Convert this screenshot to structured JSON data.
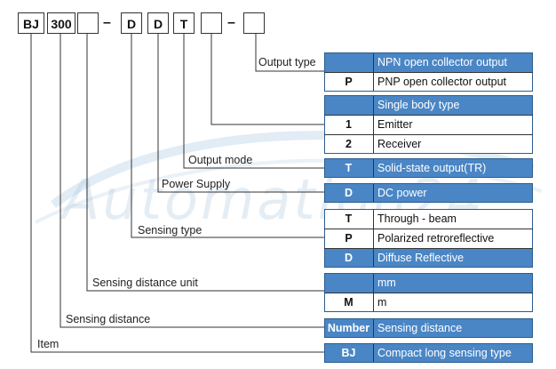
{
  "code": {
    "parts": [
      "BJ",
      "300",
      "",
      "D",
      "D",
      "T",
      ""
    ],
    "dash": "–"
  },
  "watermark": "Automation24",
  "labels": {
    "output_type": "Output type",
    "output_mode": "Output mode",
    "power_supply": "Power Supply",
    "sensing_type": "Sensing type",
    "sensing_distance_unit": "Sensing distance unit",
    "sensing_distance": "Sensing distance",
    "item": "Item"
  },
  "tables": {
    "output_type": [
      {
        "code": "",
        "desc": "NPN open collector output"
      },
      {
        "code": "P",
        "desc": "PNP open collector output"
      }
    ],
    "body": [
      {
        "code": "",
        "desc": "Single body type"
      },
      {
        "code": "1",
        "desc": "Emitter"
      },
      {
        "code": "2",
        "desc": "Receiver"
      }
    ],
    "output_mode": [
      {
        "code": "T",
        "desc": "Solid-state output(TR)"
      }
    ],
    "power": [
      {
        "code": "D",
        "desc": "DC power"
      }
    ],
    "sensing_type": [
      {
        "code": "T",
        "desc": "Through - beam"
      },
      {
        "code": "P",
        "desc": "Polarized retroreflective"
      },
      {
        "code": "D",
        "desc": "Diffuse Reflective"
      }
    ],
    "unit": [
      {
        "code": "",
        "desc": "mm"
      },
      {
        "code": "M",
        "desc": "m"
      }
    ],
    "distance": [
      {
        "code": "Number",
        "desc": "Sensing distance"
      }
    ],
    "item": [
      {
        "code": "BJ",
        "desc": "Compact long sensing type"
      }
    ]
  }
}
